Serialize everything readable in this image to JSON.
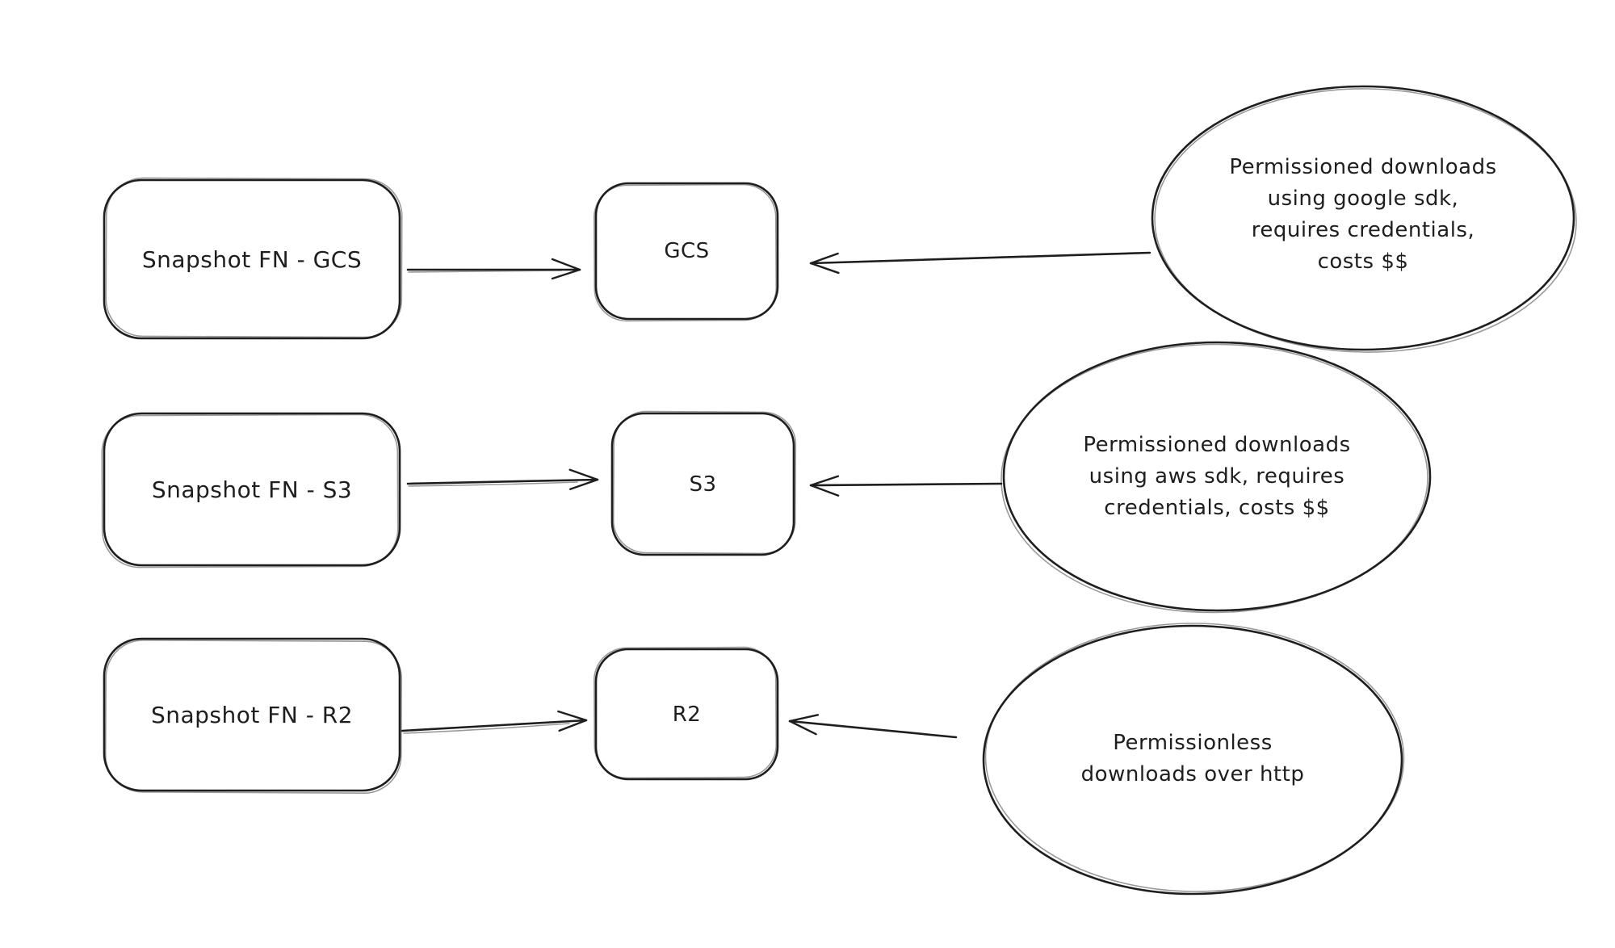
{
  "diagram": {
    "colors": {
      "background": "#ffffff",
      "stroke": "#1e1e1e",
      "text": "#1e1e1e"
    },
    "rows": [
      {
        "source": "Snapshot FN - GCS",
        "target": "GCS",
        "note": "Permissioned downloads\nusing google sdk,\nrequires credentials,\ncosts $$"
      },
      {
        "source": "Snapshot FN - S3",
        "target": "S3",
        "note": "Permissioned downloads\nusing aws sdk, requires\ncredentials, costs $$"
      },
      {
        "source": "Snapshot FN - R2",
        "target": "R2",
        "note": "Permissionless\ndownloads over http"
      }
    ]
  }
}
